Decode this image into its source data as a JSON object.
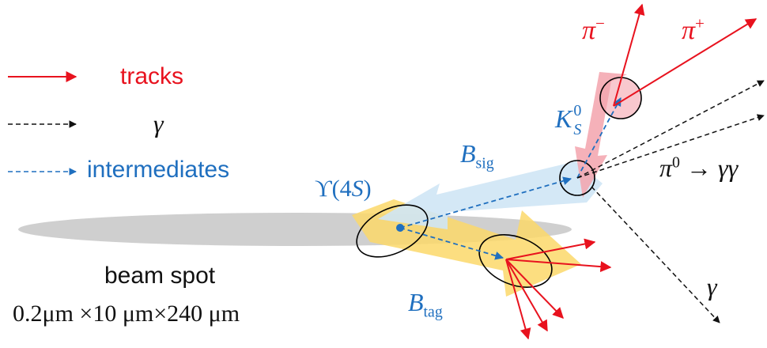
{
  "legend": {
    "tracks": "tracks",
    "gamma": "γ",
    "intermediates": "intermediates"
  },
  "labels": {
    "pi_minus": "π",
    "pi_minus_sup": "−",
    "pi_plus": "π",
    "pi_plus_sup": "+",
    "ks_main": "K",
    "ks_sub": "S",
    "ks_sup": "0",
    "b_sig_main": "B",
    "b_sig_sub": "sig",
    "upsilon": "ϒ(4",
    "upsilon_s": "S",
    "upsilon_close": ")",
    "pi0_main": "π",
    "pi0_sup": "0",
    "pi0_rest": " → γγ",
    "b_tag_main": "B",
    "b_tag_sub": "tag",
    "gamma_single": "γ",
    "beam_spot": "beam spot",
    "beam_dims": "0.2μm ×10 μm×240 μm"
  },
  "colors": {
    "track": "#e8121e",
    "intermediate": "#1f6fbf",
    "photon": "#111111",
    "beam": "#c9c9c9",
    "b_sig_band": "#cfe6f5",
    "ks_band": "#f3a3ad",
    "b_tag_band": "#fcd86a"
  }
}
